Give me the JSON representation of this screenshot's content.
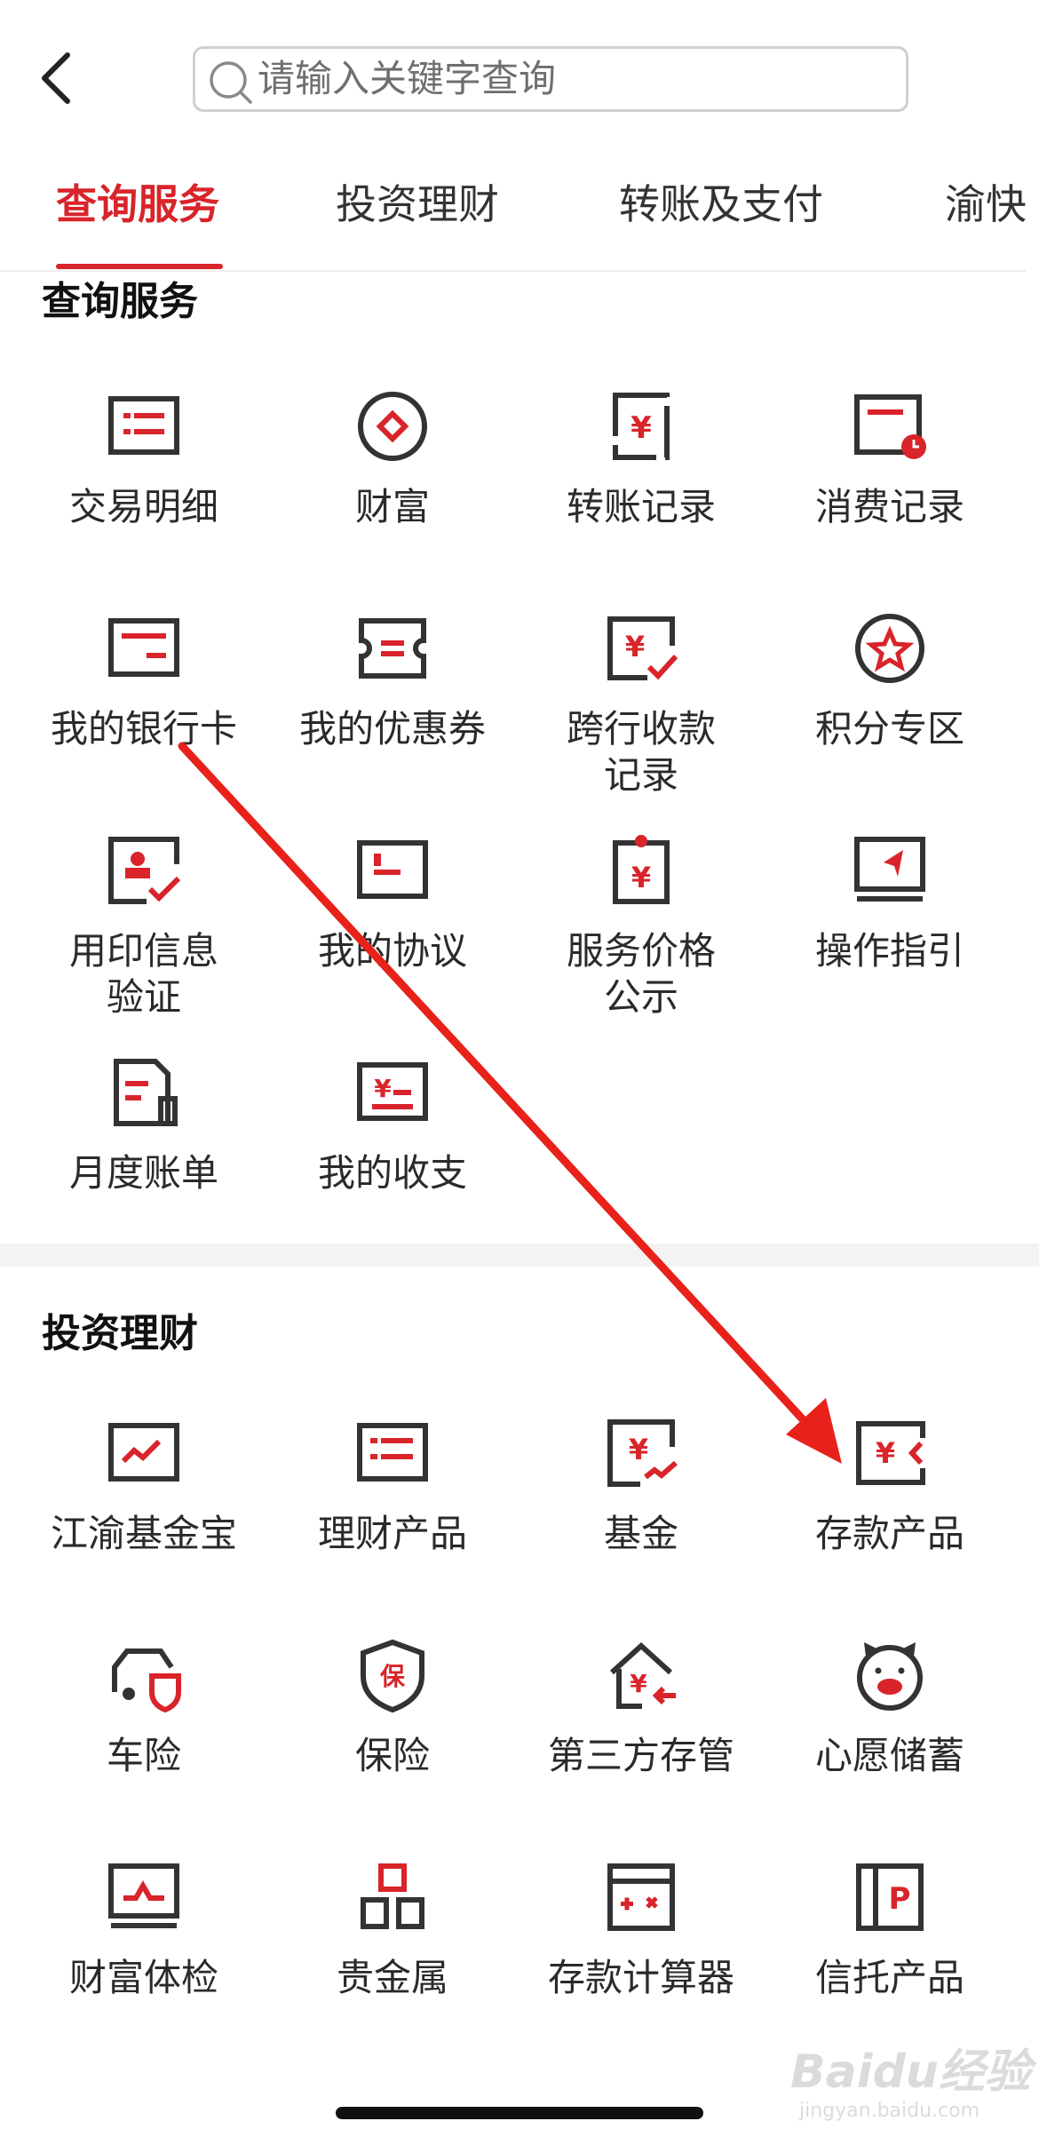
{
  "header": {
    "search_placeholder": "请输入关键字查询"
  },
  "tabs": [
    {
      "label": "查询服务",
      "active": true
    },
    {
      "label": "投资理财",
      "active": false
    },
    {
      "label": "转账及支付",
      "active": false
    },
    {
      "label": "渝快",
      "active": false
    }
  ],
  "sections": [
    {
      "title": "查询服务",
      "items": [
        {
          "label": "交易明细",
          "icon": "list-icon"
        },
        {
          "label": "财富",
          "icon": "wealth-coin-icon"
        },
        {
          "label": "转账记录",
          "icon": "transfer-record-icon"
        },
        {
          "label": "消费记录",
          "icon": "consumption-record-icon"
        },
        {
          "label": "我的银行卡",
          "icon": "bank-card-icon"
        },
        {
          "label": "我的优惠券",
          "icon": "coupon-icon"
        },
        {
          "label": "跨行收款\n记录",
          "icon": "interbank-receipt-icon"
        },
        {
          "label": "积分专区",
          "icon": "points-star-icon"
        },
        {
          "label": "用印信息\n验证",
          "icon": "seal-verify-icon"
        },
        {
          "label": "我的协议",
          "icon": "agreement-icon"
        },
        {
          "label": "服务价格\n公示",
          "icon": "price-notice-icon"
        },
        {
          "label": "操作指引",
          "icon": "guide-icon"
        },
        {
          "label": "月度账单",
          "icon": "monthly-bill-icon"
        },
        {
          "label": "我的收支",
          "icon": "income-expense-icon"
        }
      ]
    },
    {
      "title": "投资理财",
      "items": [
        {
          "label": "江渝基金宝",
          "icon": "fund-trend-icon"
        },
        {
          "label": "理财产品",
          "icon": "finance-product-icon"
        },
        {
          "label": "基金",
          "icon": "fund-icon"
        },
        {
          "label": "存款产品",
          "icon": "deposit-product-icon"
        },
        {
          "label": "车险",
          "icon": "car-insurance-icon"
        },
        {
          "label": "保险",
          "icon": "insurance-shield-icon"
        },
        {
          "label": "第三方存管",
          "icon": "third-party-custody-icon"
        },
        {
          "label": "心愿储蓄",
          "icon": "piggy-bank-icon"
        },
        {
          "label": "财富体检",
          "icon": "wealth-checkup-icon"
        },
        {
          "label": "贵金属",
          "icon": "precious-metal-icon"
        },
        {
          "label": "存款计算器",
          "icon": "deposit-calculator-icon"
        },
        {
          "label": "信托产品",
          "icon": "trust-product-icon"
        }
      ]
    }
  ],
  "watermark": {
    "brand": "Baidu经验",
    "url": "jingyan.baidu.com"
  },
  "colors": {
    "accent": "#d8242a",
    "icon_dark": "#333333",
    "arrow": "#e8221b"
  }
}
